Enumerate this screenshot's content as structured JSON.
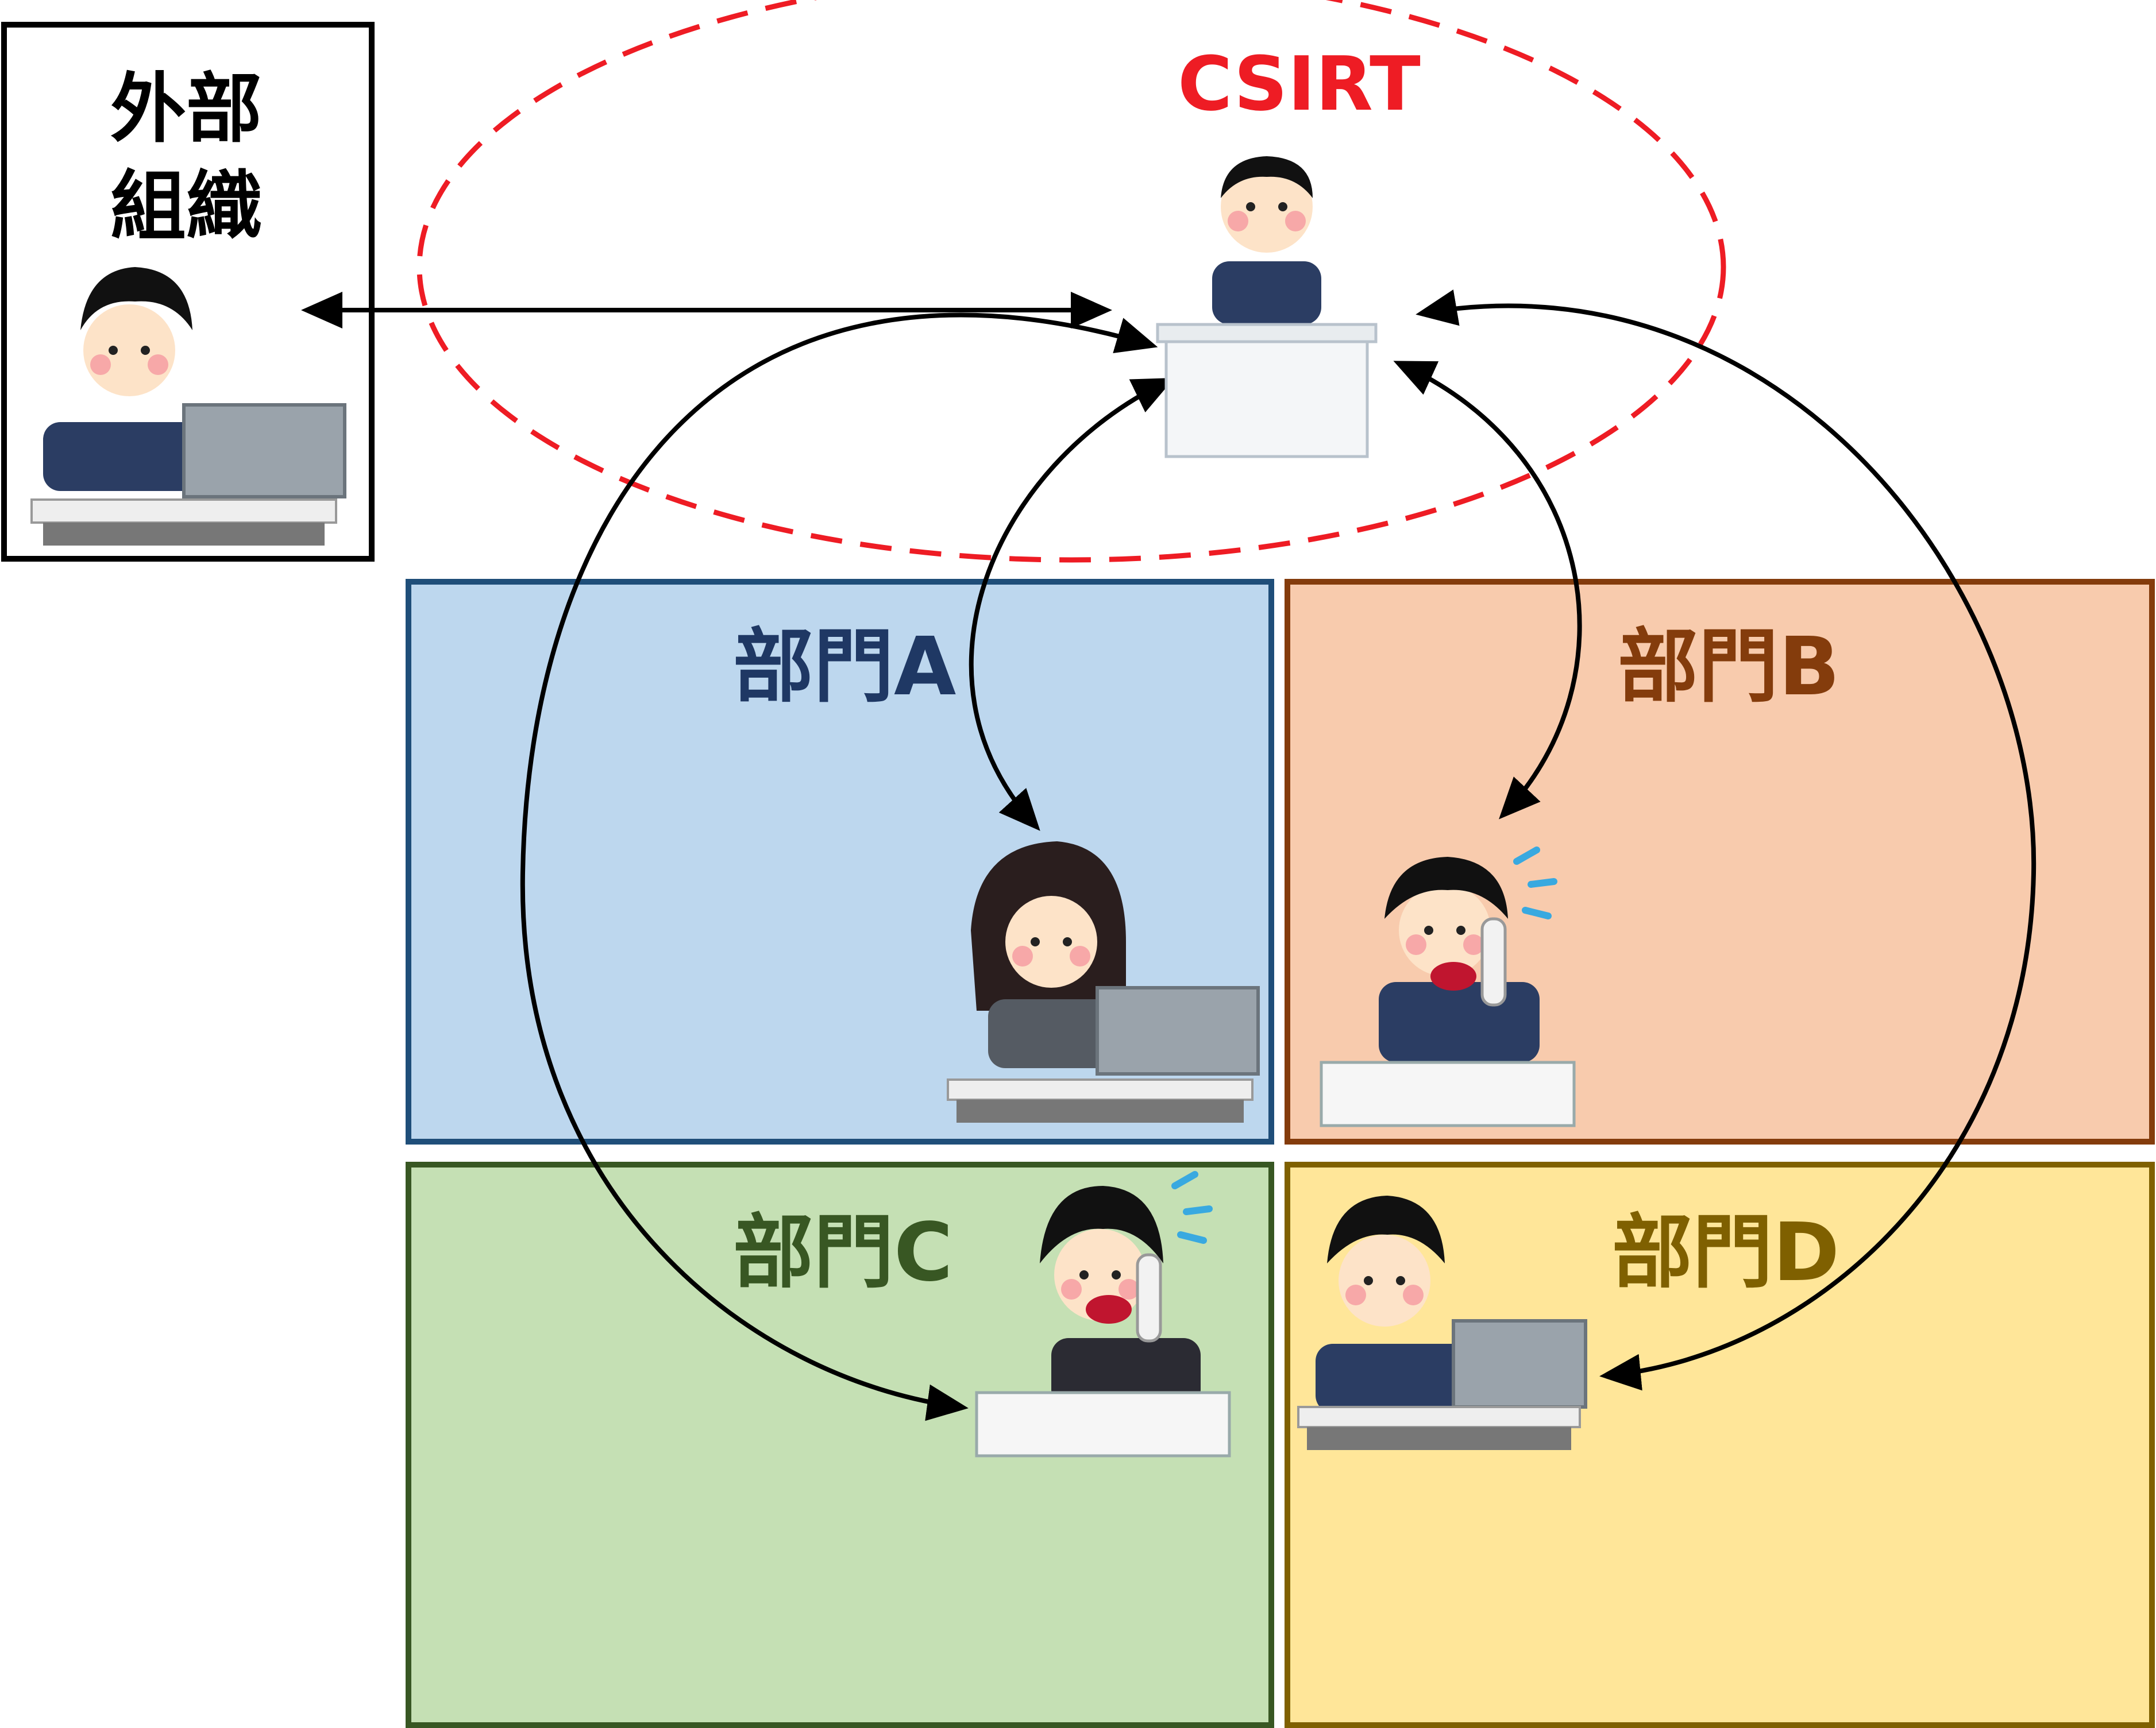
{
  "external_org": {
    "title_line1": "外部",
    "title_line2": "組織"
  },
  "csirt": {
    "label": "CSIRT",
    "color": "#ee1c24"
  },
  "departments": [
    {
      "label": "部門A",
      "fill": "#bdd7ee",
      "border": "#1f4e79",
      "text_color": "#1f3864"
    },
    {
      "label": "部門B",
      "fill": "#f8cbad",
      "border": "#843c0c",
      "text_color": "#843c0c"
    },
    {
      "label": "部門C",
      "fill": "#c5e0b4",
      "border": "#385723",
      "text_color": "#385723"
    },
    {
      "label": "部門D",
      "fill": "#ffe699",
      "border": "#7f6000",
      "text_color": "#7f6000"
    }
  ],
  "people": {
    "external": "headset-person-at-laptop-icon",
    "csirt": "person-at-podium-icon",
    "dept_a": "woman-with-headset-at-laptop-icon",
    "dept_b": "worried-man-on-phone-icon",
    "dept_c": "worried-person-on-phone-icon",
    "dept_d": "worried-man-at-laptop-icon"
  }
}
